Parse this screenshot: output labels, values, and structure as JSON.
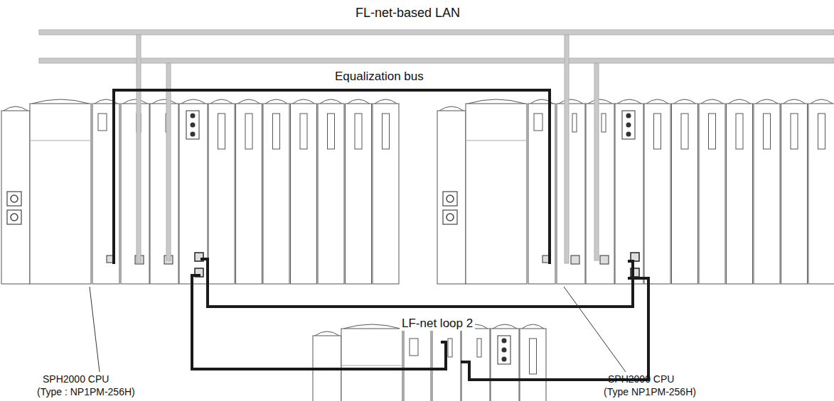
{
  "diagram": {
    "labels": [
      "FL-net-based LAN",
      "Equalization bus",
      "LF-net loop 2",
      "SPH2000 CPU",
      "(Type : NP1PM-256H)",
      "SPH2000 CPU",
      "(Type NP1PM-256H)"
    ]
  }
}
